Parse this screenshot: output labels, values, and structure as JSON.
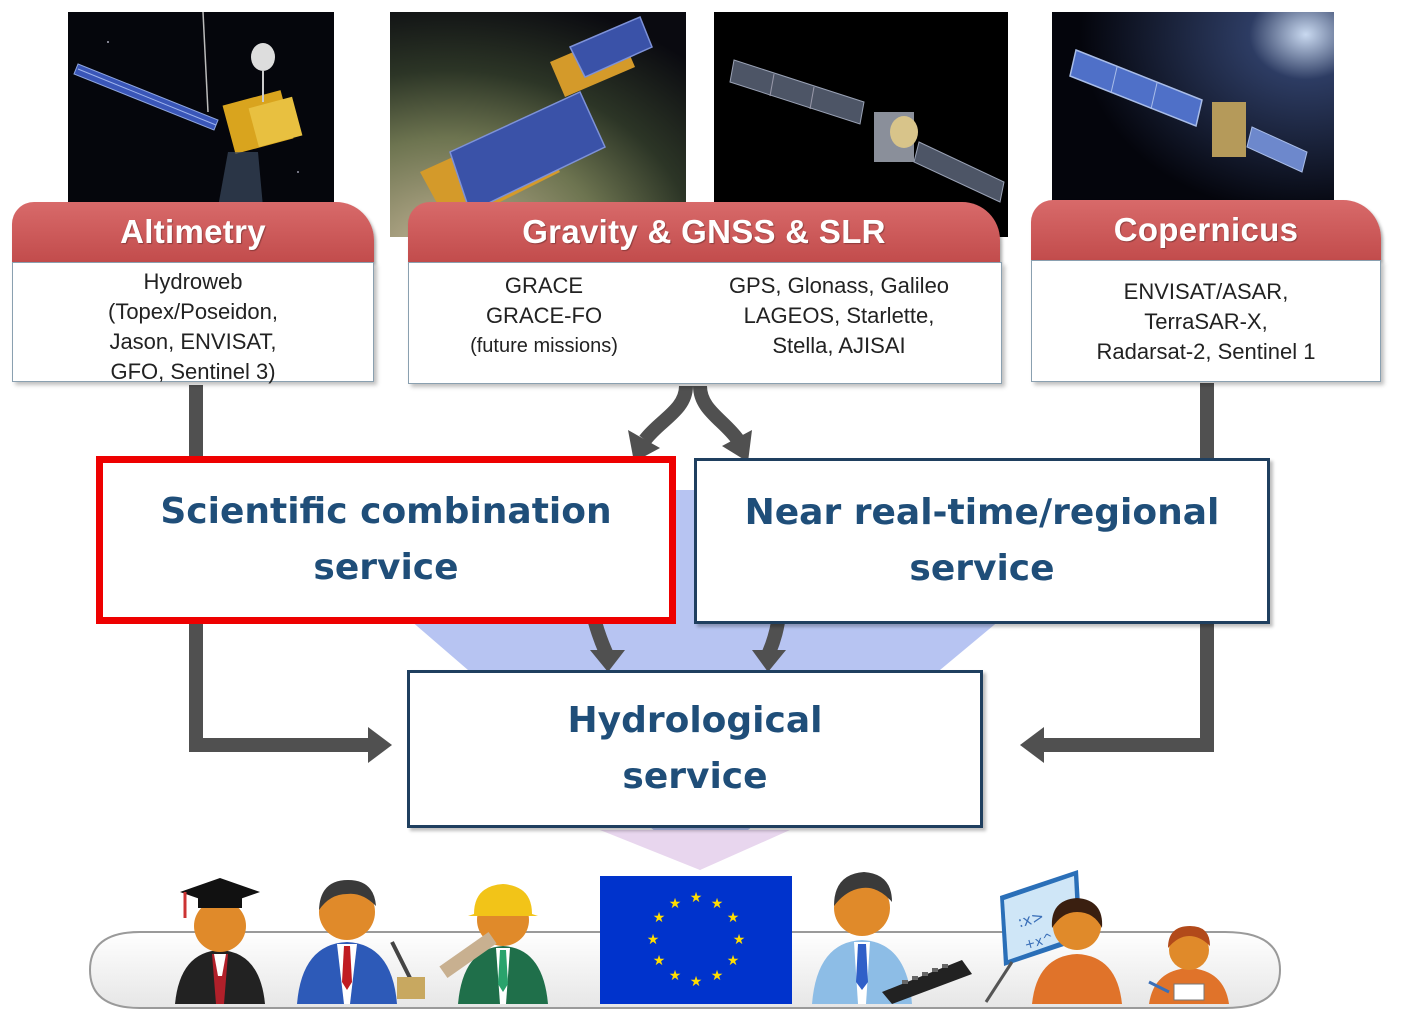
{
  "headers": {
    "altimetry": "Altimetry",
    "gravity": "Gravity & GNSS & SLR",
    "copernicus": "Copernicus"
  },
  "altimetry_lines": [
    "Hydroweb",
    "(Topex/Poseidon,",
    "Jason, ENVISAT,",
    "GFO, Sentinel 3)"
  ],
  "gravity_left_lines": [
    "GRACE",
    "GRACE-FO",
    "(future missions)"
  ],
  "gravity_right_lines": [
    "GPS, Glonass, Galileo",
    "LAGEOS, Starlette,",
    "Stella, AJISAI"
  ],
  "copernicus_lines": [
    "ENVISAT/ASAR,",
    "TerraSAR-X,",
    "Radarsat-2, Sentinel 1"
  ],
  "services": {
    "scientific": [
      "Scientific combination",
      "service"
    ],
    "nrt": [
      "Near real-time/regional",
      "service"
    ],
    "hydro": [
      "Hydrological",
      "service"
    ]
  },
  "colors": {
    "header_red": "#c9504f",
    "service_text": "#1f4e79",
    "highlight_border": "#ee0000",
    "service_border": "#1f3f5f",
    "funnel": "#b7c4f2",
    "arrow": "#555555",
    "eu_blue": "#0033cc",
    "eu_star": "#ffdd00"
  },
  "icons": [
    "graduate-icon",
    "speaker-icon",
    "engineer-icon",
    "eu-flag-icon",
    "typist-icon",
    "teacher-icon",
    "child-icon"
  ]
}
